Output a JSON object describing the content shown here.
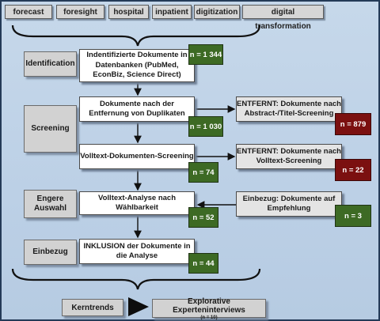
{
  "keywords": [
    "forecast",
    "foresight",
    "hospital",
    "inpatient",
    "digitization",
    "digital transformation"
  ],
  "stages": {
    "identification": "Identification",
    "screening": "Screening",
    "engere_auswahl": "Engere Auswahl",
    "einbezug": "Einbezug"
  },
  "steps": {
    "identified": "Indentifizierte Dokumente in Datenbanken (PubMed, EconBiz, Science Direct)",
    "dedup": "Dokumente nach der Entfernung von Duplikaten",
    "fulltext_screening": "Volltext-Dokumenten-Screening",
    "fulltext_analysis": "Volltext-Analyse nach Wählbarkeit",
    "inclusion": "INKLUSION der Dokumente in die Analyse"
  },
  "counts": {
    "identified": "n = 1 344",
    "dedup": "n = 1 030",
    "fulltext_screening": "n = 74",
    "fulltext_analysis": "n = 52",
    "inclusion": "n = 44",
    "removed_abstract": "n = 879",
    "removed_fulltext": "n = 22",
    "recommendation": "n = 3"
  },
  "side_boxes": {
    "removed_abstract": "ENTFERNT: Dokumente nach Abstract-/Titel-Screening",
    "removed_fulltext": "ENTFERNT: Dokumente nach Volltext-Screening",
    "recommendation": "Einbezug: Dokumente auf Empfehlung"
  },
  "bottom": {
    "trends_label": "Kerntrends",
    "interviews_label": "Explorative Experteninterviews",
    "interviews_count": "(n = 10)"
  },
  "colors": {
    "background": "#c6d8ea",
    "count_green": "#3d6a24",
    "count_red": "#7b1010",
    "stage_gray": "#d2d2d2"
  }
}
